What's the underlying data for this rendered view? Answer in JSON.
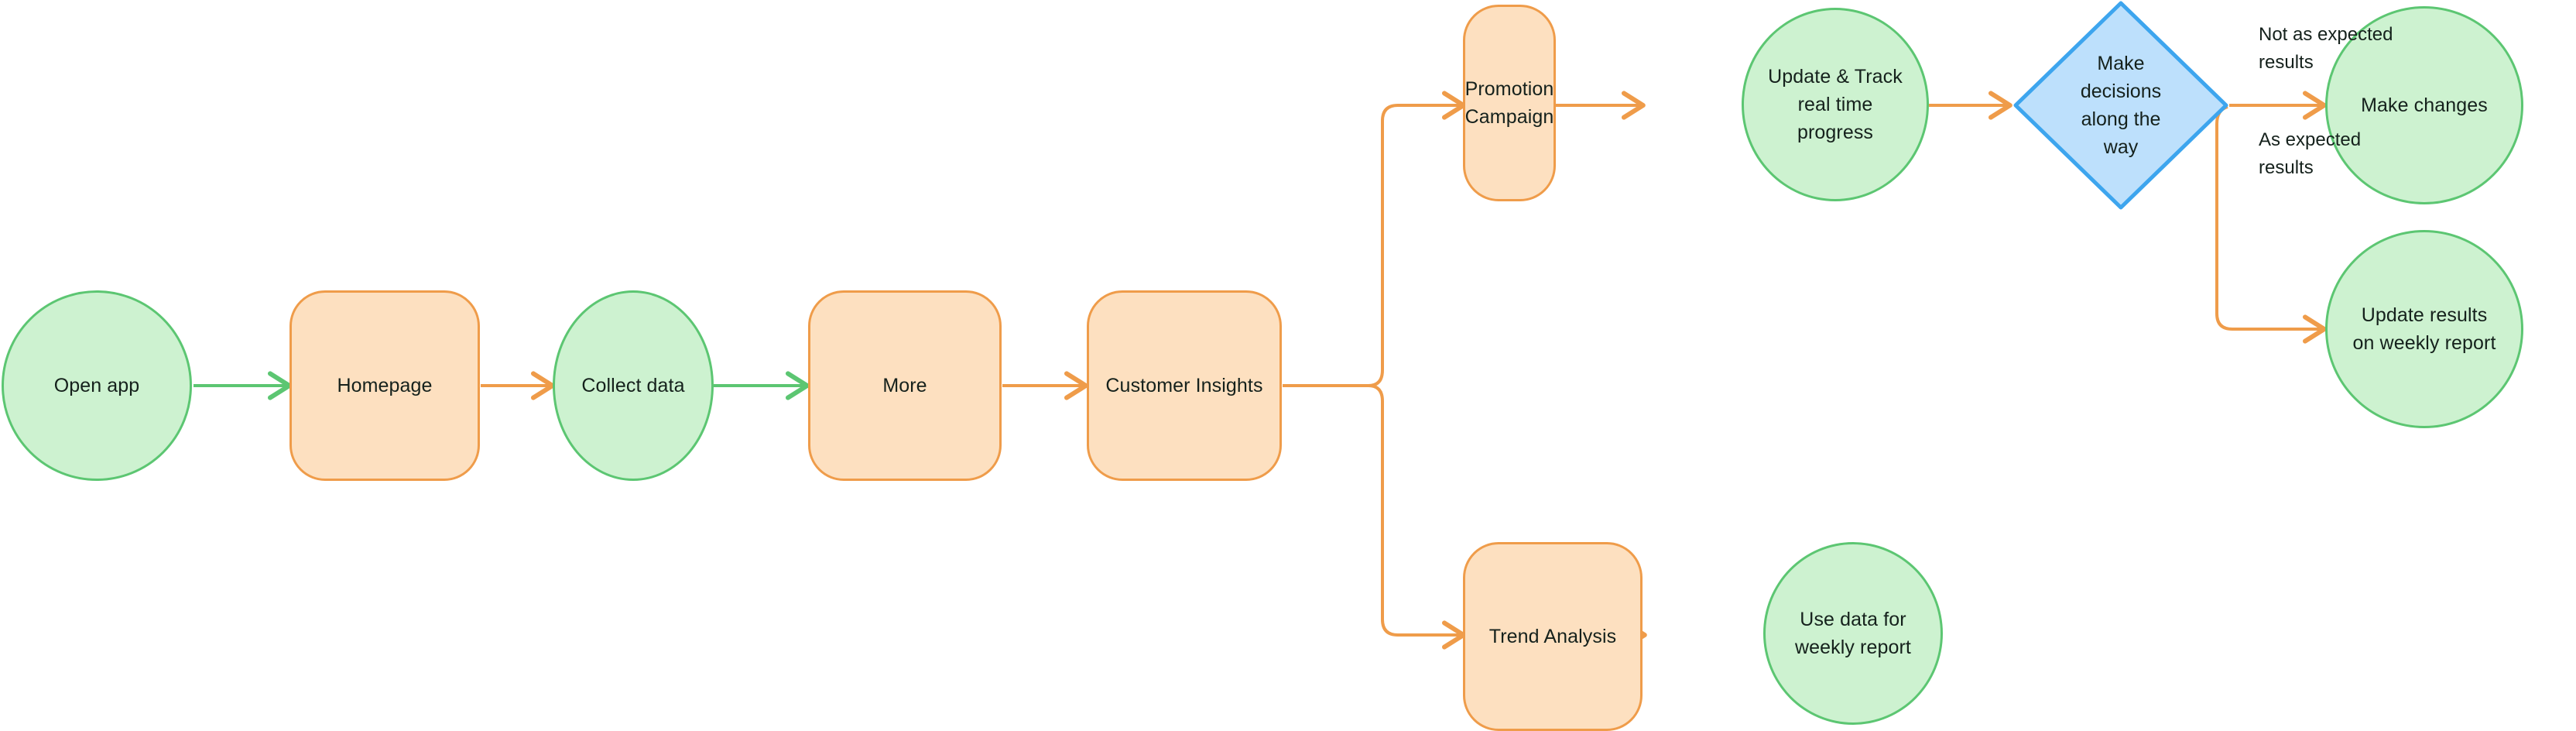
{
  "diagram": {
    "type": "flowchart",
    "background": "#ffffff",
    "palette": {
      "green_fill": "#cdf2d0",
      "green_stroke": "#5cc672",
      "orange_fill": "#fde0c0",
      "orange_stroke": "#ef9c4a",
      "blue_fill": "#bde0fc",
      "blue_stroke": "#3da5ee",
      "text": "#15211c"
    },
    "nodes": [
      {
        "id": "open-app",
        "label": "Open app",
        "shape": "circle",
        "color": "green"
      },
      {
        "id": "homepage",
        "label": "Homepage",
        "shape": "rounded",
        "color": "orange"
      },
      {
        "id": "collect-data",
        "label": "Collect data",
        "shape": "circle",
        "color": "green"
      },
      {
        "id": "more",
        "label": "More",
        "shape": "rounded",
        "color": "orange"
      },
      {
        "id": "customer-insights",
        "label": "Customer Insights",
        "shape": "rounded",
        "color": "orange"
      },
      {
        "id": "promotion-campaign",
        "label": "Promotion Campaign",
        "shape": "rounded",
        "color": "orange"
      },
      {
        "id": "update-track",
        "label": "Update & Track\nreal time\nprogress",
        "shape": "circle",
        "color": "green"
      },
      {
        "id": "make-decisions",
        "label": "Make\ndecisions\nalong the\nway",
        "shape": "diamond",
        "color": "blue"
      },
      {
        "id": "make-changes",
        "label": "Make changes",
        "shape": "circle",
        "color": "green"
      },
      {
        "id": "update-results",
        "label": "Update results\non weekly report",
        "shape": "circle",
        "color": "green"
      },
      {
        "id": "trend-analysis",
        "label": "Trend Analysis",
        "shape": "rounded",
        "color": "orange"
      },
      {
        "id": "use-data",
        "label": "Use data for\nweekly report",
        "shape": "circle",
        "color": "green"
      }
    ],
    "edges": [
      {
        "from": "open-app",
        "to": "homepage",
        "color": "green",
        "label": ""
      },
      {
        "from": "homepage",
        "to": "collect-data",
        "color": "orange",
        "label": ""
      },
      {
        "from": "collect-data",
        "to": "more",
        "color": "green",
        "label": ""
      },
      {
        "from": "more",
        "to": "customer-insights",
        "color": "orange",
        "label": ""
      },
      {
        "from": "customer-insights",
        "to": "promotion-campaign",
        "color": "orange",
        "label": ""
      },
      {
        "from": "customer-insights",
        "to": "trend-analysis",
        "color": "orange",
        "label": ""
      },
      {
        "from": "promotion-campaign",
        "to": "update-track",
        "color": "orange",
        "label": ""
      },
      {
        "from": "update-track",
        "to": "make-decisions",
        "color": "orange",
        "label": ""
      },
      {
        "from": "make-decisions",
        "to": "make-changes",
        "color": "orange",
        "label": "Not as expected\nresults"
      },
      {
        "from": "make-decisions",
        "to": "update-results",
        "color": "orange",
        "label": "As expected\nresults"
      },
      {
        "from": "trend-analysis",
        "to": "use-data",
        "color": "orange",
        "label": ""
      }
    ],
    "edge_labels": {
      "not_as_expected": "Not as expected\nresults",
      "as_expected": "As expected\nresults"
    }
  }
}
